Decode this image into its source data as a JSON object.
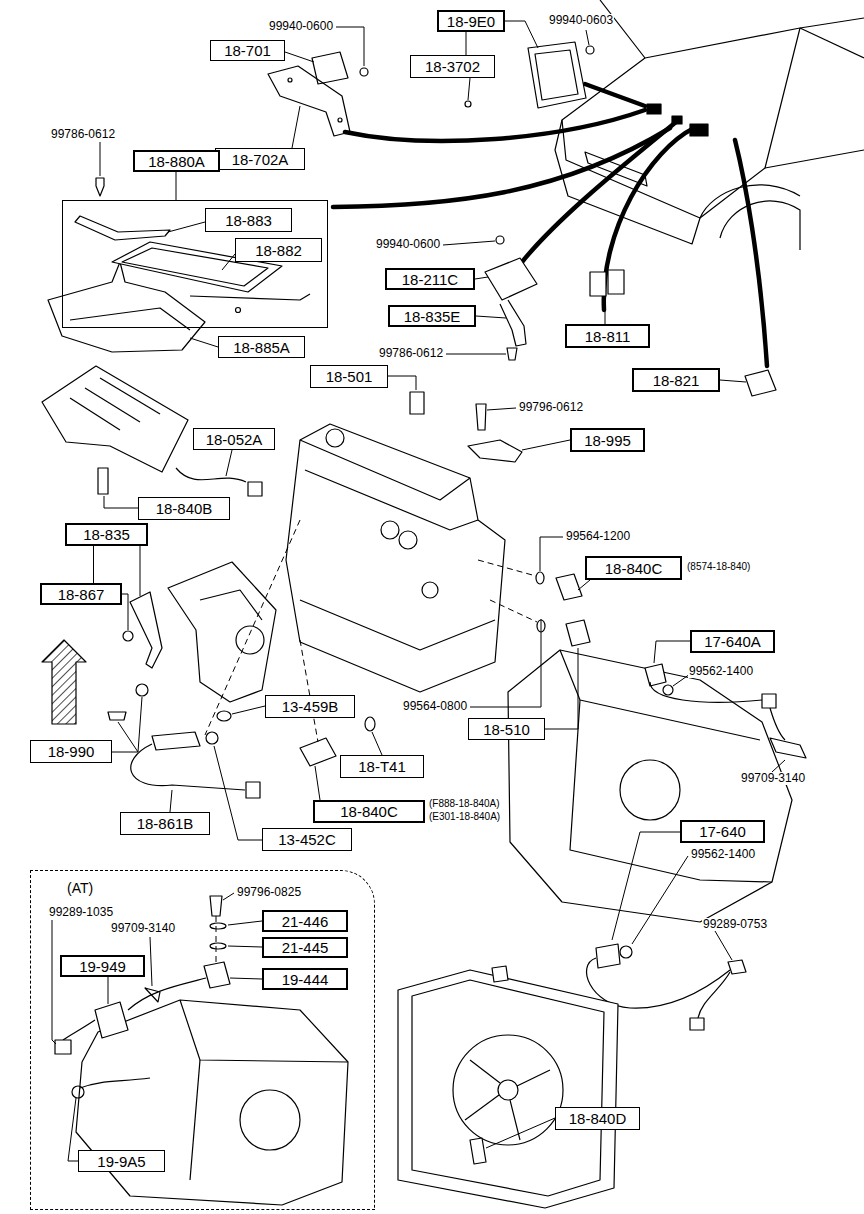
{
  "diagram": {
    "nodes": [
      {
        "text": [
          "18-9E0"
        ]
      },
      {
        "text": [
          "18-701"
        ]
      },
      {
        "text": [
          "18-3702"
        ]
      },
      {
        "text": [
          "18-702A"
        ]
      },
      {
        "text": [
          "18-880A"
        ]
      },
      {
        "text": [
          "18-883"
        ],
        "in": 4
      },
      {
        "text": [
          "18-882"
        ],
        "in": 4
      },
      {
        "text": [
          "18-211C"
        ]
      },
      {
        "text": [
          "18-835E"
        ]
      },
      {
        "text": [
          "18-811"
        ]
      },
      {
        "text": [
          "18-885A"
        ]
      },
      {
        "text": [
          "18-501"
        ]
      },
      {
        "text": [
          "18-821"
        ]
      },
      {
        "text": [
          "18-052A"
        ]
      },
      {
        "text": [
          "18-995"
        ]
      },
      {
        "text": [
          "18-840B"
        ]
      },
      {
        "text": [
          "18-835"
        ]
      },
      {
        "text": [
          "18-840C"
        ]
      },
      {
        "text": [
          "18-867"
        ]
      },
      {
        "text": [
          "17-640A"
        ]
      },
      {
        "text": [
          "13-459B"
        ]
      },
      {
        "text": [
          "18-510"
        ]
      },
      {
        "text": [
          "18-990"
        ]
      },
      {
        "text": [
          "18-T41"
        ]
      },
      {
        "text": [
          "18-840C"
        ]
      },
      {
        "text": [
          "18-861B"
        ]
      },
      {
        "text": [
          "17-640"
        ]
      },
      {
        "text": [
          "13-452C"
        ]
      },
      {
        "text": [
          "(AT)"
        ]
      },
      {
        "text": [
          "21-446"
        ],
        "in": 28
      },
      {
        "text": [
          "21-445"
        ],
        "in": 28
      },
      {
        "text": [
          "19-949"
        ],
        "in": 28
      },
      {
        "text": [
          "19-444"
        ],
        "in": 28
      },
      {
        "text": [
          "19-9A5"
        ],
        "in": 28
      },
      {
        "text": [
          "18-840D"
        ]
      }
    ],
    "edges": [
      {
        "from": 0,
        "to": 2,
        "arrow": "none"
      },
      {
        "from": 16,
        "to": 18,
        "arrow": "none"
      }
    ],
    "labels": [
      "99940-0600",
      "99940-0603",
      "99786-0612",
      "99940-0600",
      "99786-0612",
      "99796-0612",
      "99564-1200",
      "(8574-18-840)",
      "99562-1400",
      "99564-0800",
      "99709-3140",
      "(F888-18-840A)",
      "(E301-18-840A)",
      "99562-1400",
      "99796-0825",
      "99289-1035",
      "99709-3140",
      "99289-0753"
    ]
  }
}
